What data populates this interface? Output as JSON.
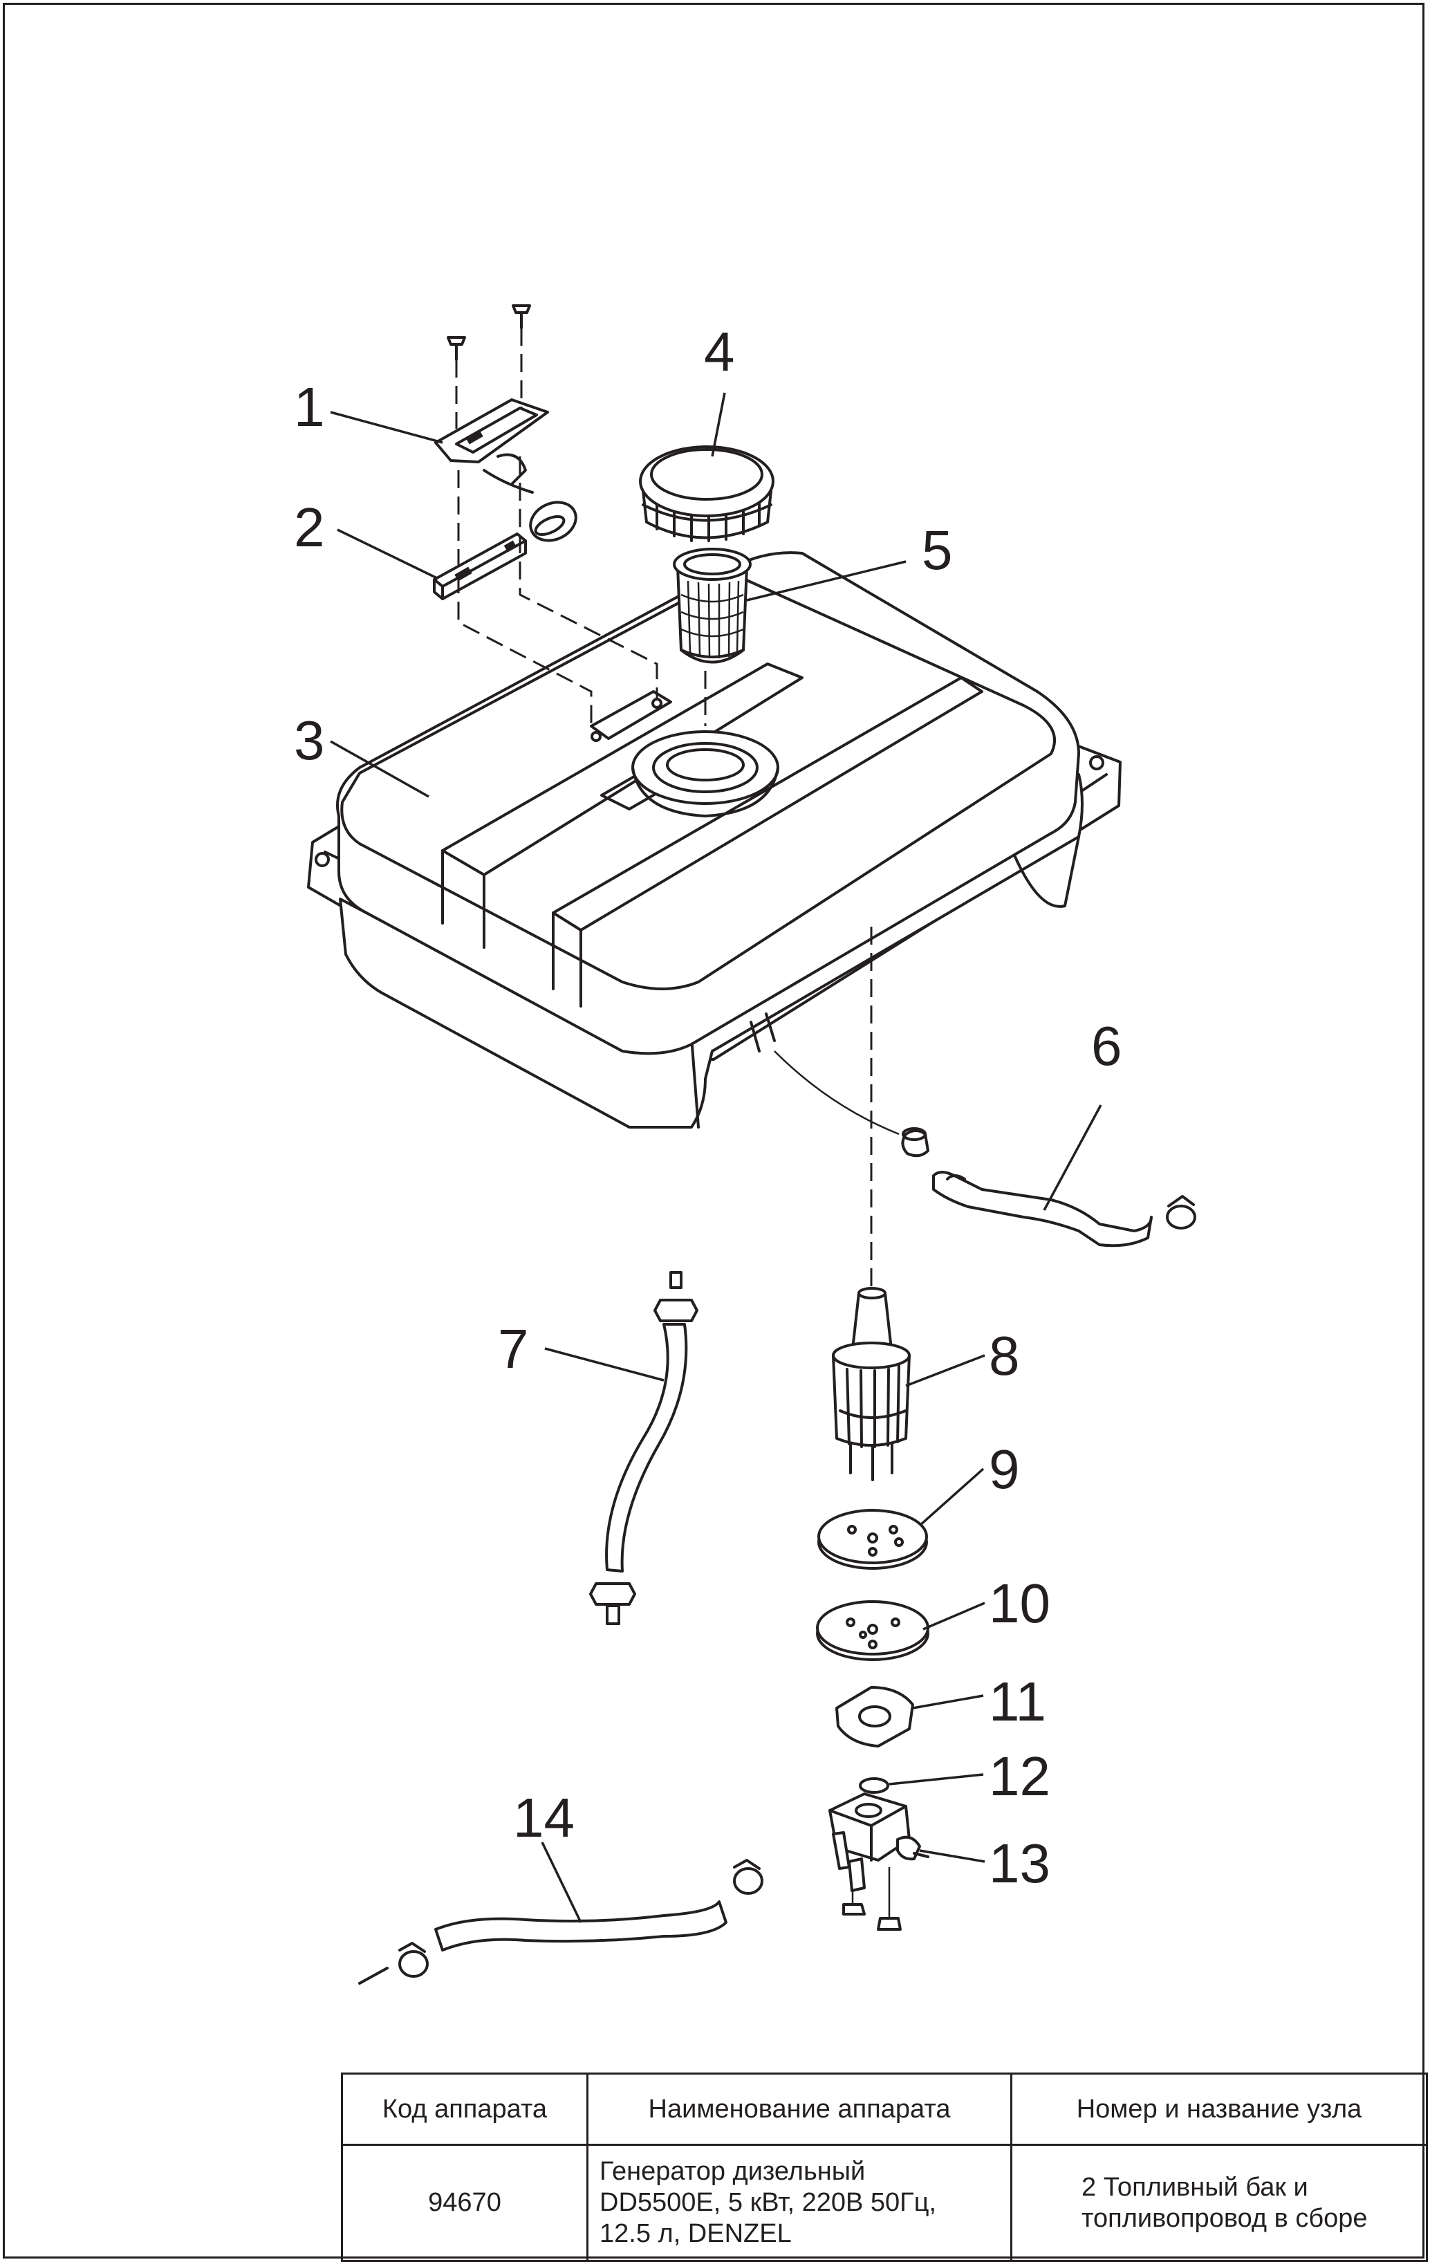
{
  "callouts": [
    "1",
    "2",
    "3",
    "4",
    "5",
    "6",
    "7",
    "8",
    "9",
    "10",
    "11",
    "12",
    "13",
    "14"
  ],
  "table": {
    "headers": {
      "code": "Код аппарата",
      "name": "Наименование аппарата",
      "unit": "Номер и название узла"
    },
    "row": {
      "code": "94670",
      "name_lines": [
        "Генератор дизельный",
        "DD5500E, 5 кВт, 220В 50Гц,",
        "12.5 л, DENZEL"
      ],
      "unit_lines": [
        "2 Топливный бак и",
        "топливопровод в сборе"
      ]
    }
  }
}
